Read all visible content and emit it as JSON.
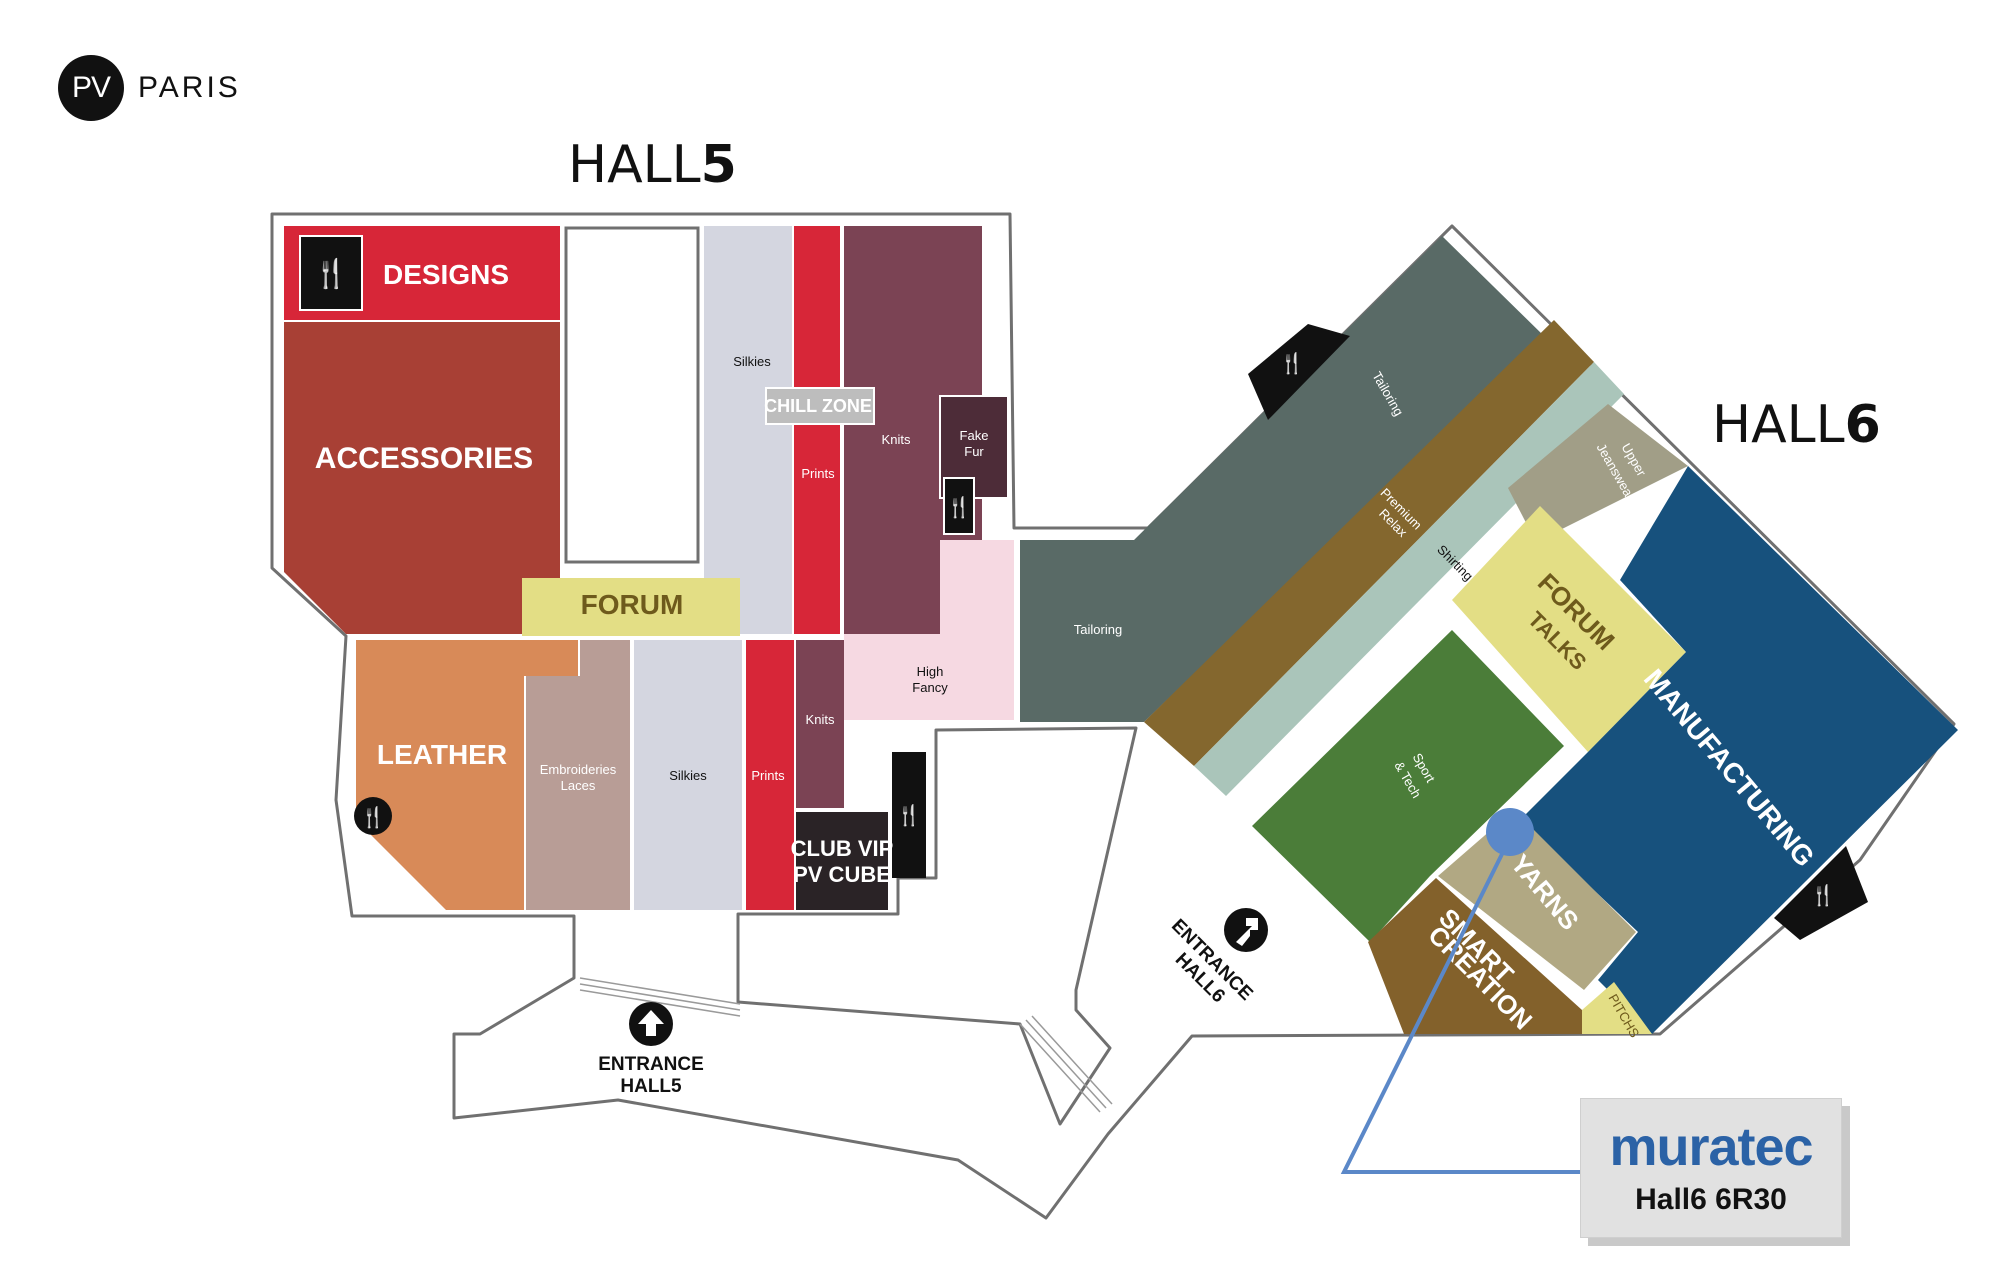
{
  "logo": {
    "mark": "PV",
    "name": "PARIS"
  },
  "halls": {
    "hall5_prefix": "HALL",
    "hall5_num": "5",
    "hall6_prefix": "HALL",
    "hall6_num": "6"
  },
  "zones": {
    "designs": "DESIGNS",
    "accessories": "ACCESSORIES",
    "forum": "FORUM",
    "leather": "LEATHER",
    "embroideries_1": "Embroideries",
    "embroideries_2": "Laces",
    "silkies": "Silkies",
    "prints": "Prints",
    "knits": "Knits",
    "fake_fur_1": "Fake",
    "fake_fur_2": "Fur",
    "chill_zone": "CHILL ZONE",
    "high_fancy_1": "High",
    "high_fancy_2": "Fancy",
    "club_vip_1": "CLUB VIP",
    "club_vip_2": "PV CUBE",
    "tailoring": "Tailoring",
    "premium_relax_1": "Premium",
    "premium_relax_2": "Relax",
    "shirting": "Shirting",
    "upper_jeanswear_1": "Upper",
    "upper_jeanswear_2": "Jeanswear",
    "forum_talks_1": "FORUM",
    "forum_talks_2": "TALKS",
    "manufacturing": "MANUFACTURING",
    "sport_tech_1": "Sport",
    "sport_tech_2": "& Tech",
    "yarns": "YARNS",
    "smart_creation_1": "SMART",
    "smart_creation_2": "CREATION",
    "pitchs": "PITCHS"
  },
  "entrances": {
    "hall5_1": "ENTRANCE",
    "hall5_2_prefix": "HALL",
    "hall5_2_num": "5",
    "hall6_1": "ENTRANCE",
    "hall6_2_prefix": "HALL",
    "hall6_2_num": "6"
  },
  "icons": {
    "restaurant": "restaurant-icon",
    "entrance_arrow": "arrow-up-icon"
  },
  "colors": {
    "designs": "#d72638",
    "accessories": "#a84035",
    "forum": "#e3de85",
    "leather": "#d88a58",
    "embroideries": "#b89d96",
    "silkies": "#d4d6e0",
    "prints": "#d72638",
    "knits": "#7b4354",
    "high_fancy": "#f6d9e2",
    "club_vip": "#2a2326",
    "tailoring": "#596a66",
    "premium_relax": "#84672e",
    "shirting": "#aac5ba",
    "upper_jeanswear": "#a19e87",
    "forum_talks": "#e3de85",
    "manufacturing": "#17517d",
    "sport_tech": "#4b7d39",
    "yarns": "#b1a883",
    "smart_creation": "#83612b",
    "pitchs": "#e3de85",
    "marker": "#5b88c8"
  },
  "exhibitor": {
    "name": "muratec",
    "booth": "Hall6 6R30"
  }
}
